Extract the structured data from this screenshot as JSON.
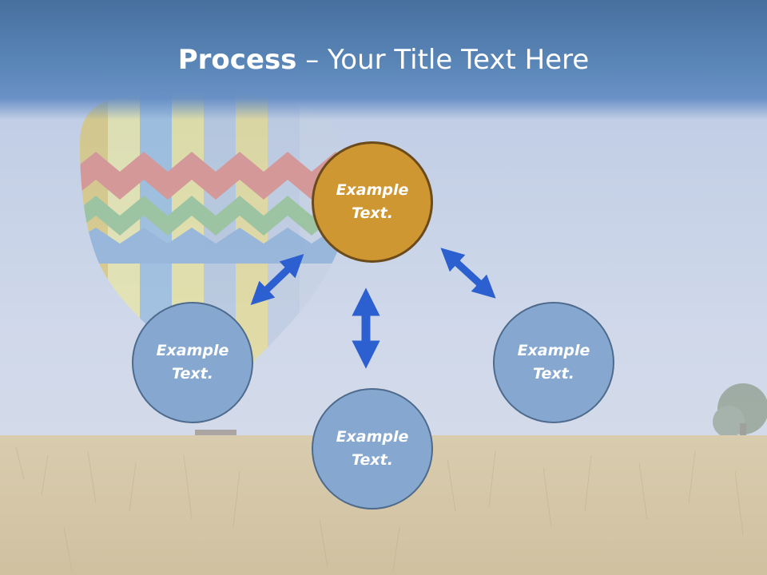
{
  "title": {
    "bold": "Process",
    "rest": " – Your Title Text Here"
  },
  "nodes": {
    "top": "Example Text.",
    "left": "Example Text.",
    "right": "Example Text.",
    "bottom": "Example Text."
  },
  "colors": {
    "node_blue": "#86a8d0",
    "node_gold": "#cf9731",
    "arrow": "#2c5fcf",
    "title_bar": "#5a86b8"
  }
}
